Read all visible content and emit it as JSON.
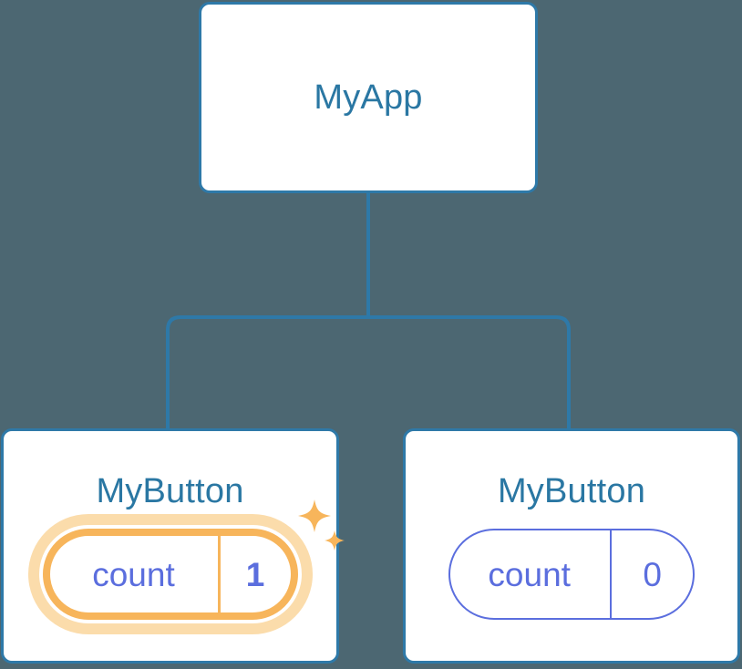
{
  "diagram": {
    "type": "component-tree",
    "background_color": "#4c6772",
    "accent_blue": "#2e79a8",
    "accent_indigo": "#5b6ede",
    "accent_amber": "#f7b55b",
    "accent_amber_glow": "#fbdcab",
    "connector_color": "#2e79a8"
  },
  "root": {
    "title": "MyApp"
  },
  "children": [
    {
      "title": "MyButton",
      "state": {
        "key": "count",
        "value": "1"
      },
      "highlighted": true
    },
    {
      "title": "MyButton",
      "state": {
        "key": "count",
        "value": "0"
      },
      "highlighted": false
    }
  ]
}
